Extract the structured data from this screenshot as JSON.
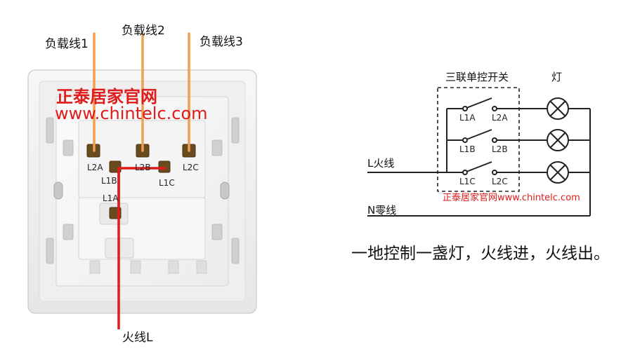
{
  "switch_photo": {
    "load_wires": [
      "负载线1",
      "负载线2",
      "负载线3"
    ],
    "live_wire": "火线L",
    "terminals": {
      "l2a": "L2A",
      "l2b": "L2B",
      "l2c": "L2C",
      "l1b": "L1B",
      "l1c": "L1C",
      "l1a": "L1A"
    },
    "watermark_brand": "正泰居家官网",
    "watermark_url": "www.chintelc.com"
  },
  "schematic": {
    "switch_box_title": "三联单控开关",
    "lamp_title": "灯",
    "live_label": "L火线",
    "neutral_label": "N零线",
    "contacts": [
      {
        "left": "L1A",
        "right": "L2A"
      },
      {
        "left": "L1B",
        "right": "L2B"
      },
      {
        "left": "L1C",
        "right": "L2C"
      }
    ],
    "watermark": "正泰居家官网www.chintelc.com"
  },
  "caption": "一地控制一盏灯，火线进，火线出。",
  "colors": {
    "load_wire": "#f0a050",
    "live_wire": "#e01b1b",
    "watermark": "#e01b1b"
  }
}
